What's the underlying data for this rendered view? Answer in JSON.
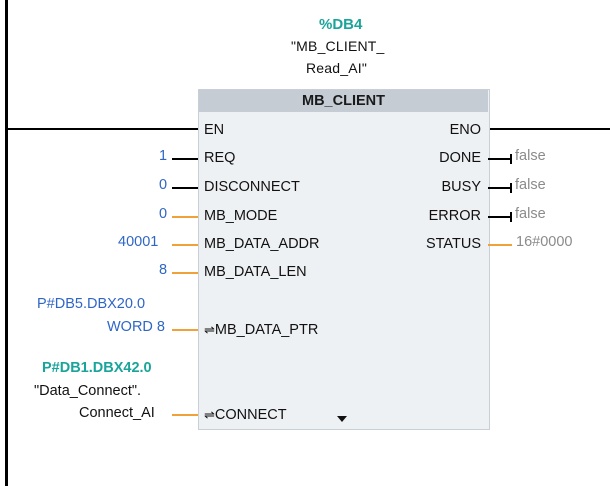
{
  "instance": {
    "db_name": "%DB4",
    "label_line1": "\"MB_CLIENT_",
    "label_line2": "Read_AI\""
  },
  "block": {
    "title": "MB_CLIENT",
    "inputs": {
      "en": "EN",
      "req": "REQ",
      "disconnect": "DISCONNECT",
      "mb_mode": "MB_MODE",
      "mb_data_addr": "MB_DATA_ADDR",
      "mb_data_len": "MB_DATA_LEN",
      "mb_data_ptr": "MB_DATA_PTR",
      "connect": "CONNECT"
    },
    "outputs": {
      "eno": "ENO",
      "done": "DONE",
      "busy": "BUSY",
      "error": "ERROR",
      "status": "STATUS"
    }
  },
  "input_values": {
    "req": "1",
    "disconnect": "0",
    "mb_mode": "0",
    "mb_data_addr": "40001",
    "mb_data_len": "8",
    "mb_data_ptr_line1": "P#DB5.DBX20.0",
    "mb_data_ptr_line2": "WORD 8",
    "connect_line1": "P#DB1.DBX42.0",
    "connect_line2": "\"Data_Connect\".",
    "connect_line3": "Connect_AI"
  },
  "output_values": {
    "done": "false",
    "busy": "false",
    "error": "false",
    "status": "16#0000"
  },
  "icons": {
    "inout": "⇌"
  },
  "colors": {
    "teal": "#1aa49a",
    "blue": "#2f66c6",
    "orange": "#f0a13a",
    "gray": "#8b8b8b",
    "header": "#c5ccd4"
  }
}
